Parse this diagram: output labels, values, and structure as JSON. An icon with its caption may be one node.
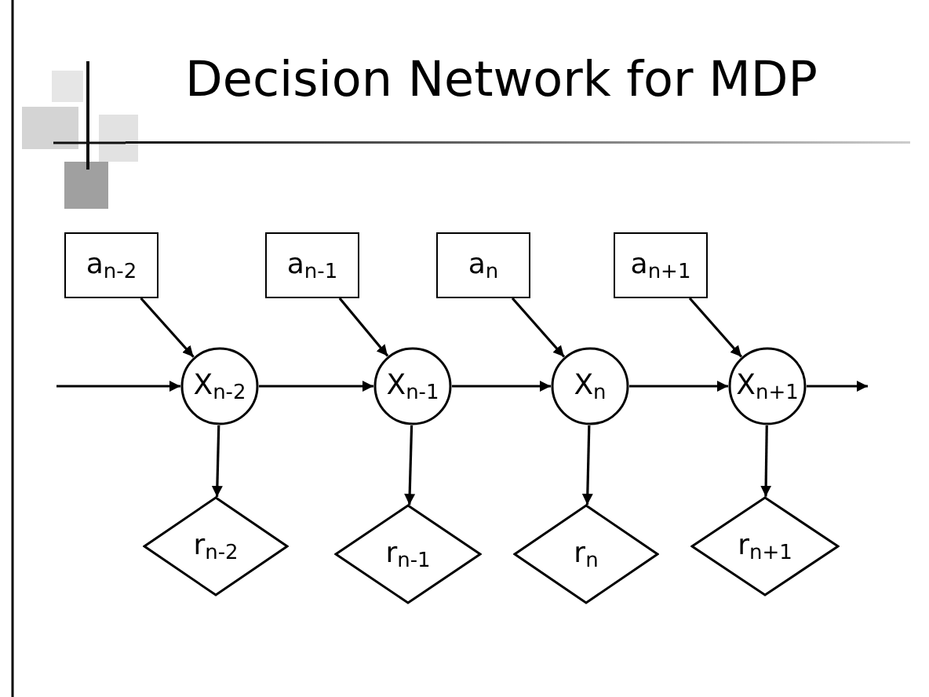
{
  "diagram": {
    "title": "Decision Network for MDP",
    "nodes": [
      {
        "text": [
          "a$_{n-2}$"
        ]
      },
      {
        "text": [
          "a$_{n-1}$"
        ]
      },
      {
        "text": [
          "a$_{n}$"
        ]
      },
      {
        "text": [
          "a$_{n+1}$"
        ]
      },
      {
        "text": [
          "X$_{n-2}$"
        ]
      },
      {
        "text": [
          "X$_{n-1}$"
        ]
      },
      {
        "text": [
          "X$_{n}$"
        ]
      },
      {
        "text": [
          "X$_{n+1}$"
        ]
      },
      {
        "text": [
          "r$_{n-2}$"
        ]
      },
      {
        "text": [
          "r$_{n-1}$"
        ]
      },
      {
        "text": [
          "r$_{n}$"
        ]
      },
      {
        "text": [
          "r$_{n+1}$"
        ]
      }
    ],
    "edges": [
      {
        "from": null,
        "to": 4,
        "arrow": "to"
      },
      {
        "from": 4,
        "to": 5,
        "arrow": "to"
      },
      {
        "from": 5,
        "to": 6,
        "arrow": "to"
      },
      {
        "from": 6,
        "to": 7,
        "arrow": "to"
      },
      {
        "from": 7,
        "to": null,
        "arrow": "to"
      },
      {
        "from": 0,
        "to": 4,
        "arrow": "to"
      },
      {
        "from": 1,
        "to": 5,
        "arrow": "to"
      },
      {
        "from": 2,
        "to": 6,
        "arrow": "to"
      },
      {
        "from": 3,
        "to": 7,
        "arrow": "to"
      },
      {
        "from": 4,
        "to": 8,
        "arrow": "to"
      },
      {
        "from": 5,
        "to": 9,
        "arrow": "to"
      },
      {
        "from": 6,
        "to": 10,
        "arrow": "to"
      },
      {
        "from": 7,
        "to": 11,
        "arrow": "to"
      }
    ]
  }
}
